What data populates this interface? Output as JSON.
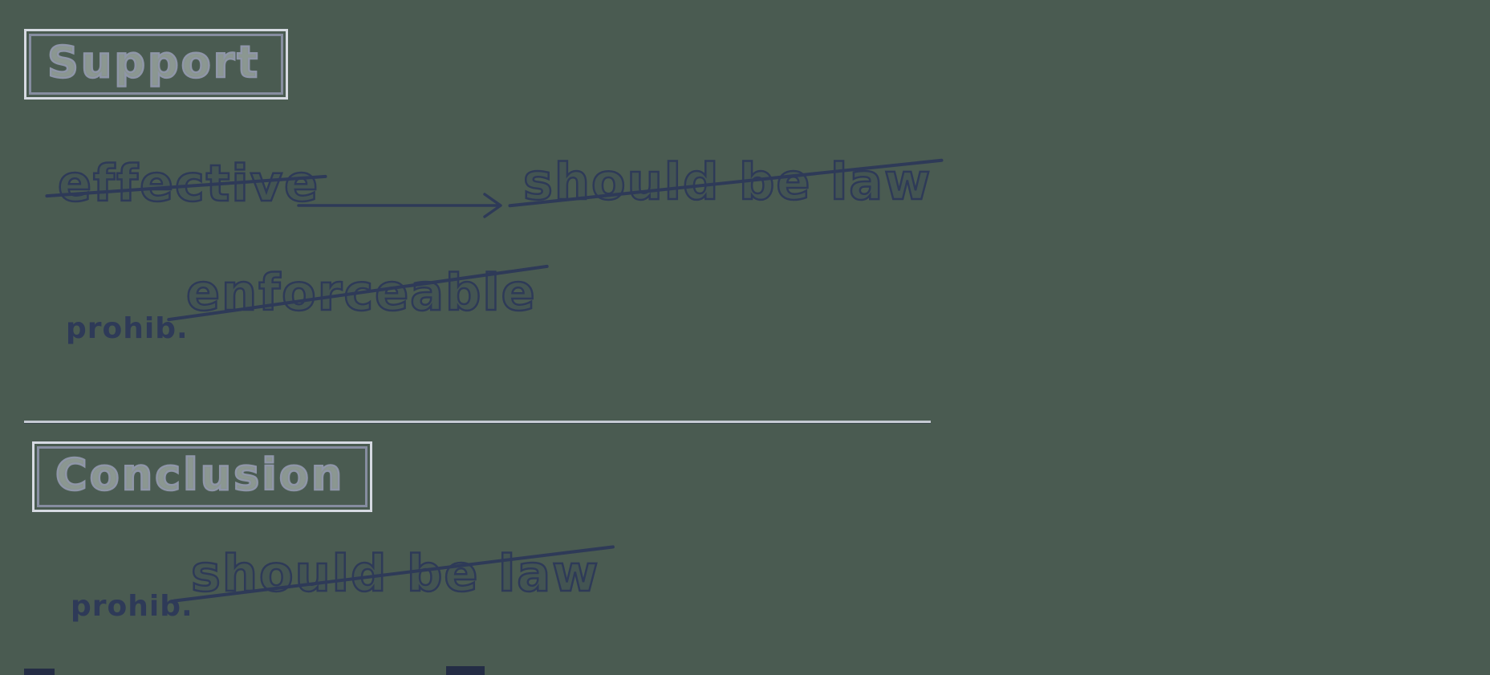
{
  "theme": {
    "background": "#4a5b51",
    "ink": "#2e3a58",
    "label_outline": "#8f96a8",
    "box_border_light": "#d6dae2",
    "box_border_dark": "#868da0",
    "divider": "#c5cad3"
  },
  "support": {
    "label": "Support",
    "premise1": {
      "antecedent": "effective",
      "antecedent_negated": true,
      "connector": "arrow-right",
      "consequent": "should be law",
      "consequent_negated": true
    },
    "premise2": {
      "prefix": "prohib.",
      "term": "enforceable",
      "negated": true
    }
  },
  "conclusion": {
    "label": "Conclusion",
    "statement": {
      "prefix": "prohib.",
      "term": "should be law",
      "negated": true
    }
  }
}
